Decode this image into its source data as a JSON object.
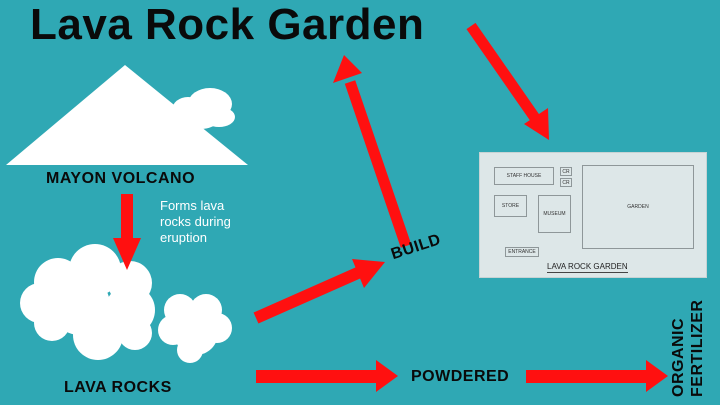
{
  "title": "Lava Rock Garden",
  "volcano_label": "MAYON VOLCANO",
  "eruption_note": "Forms lava rocks during eruption",
  "lava_rocks_label": "LAVA ROCKS",
  "build_label": "BUILD",
  "powdered_label": "POWDERED",
  "fertilizer_label": "ORGANIC FERTILIZER",
  "site_plan": {
    "caption": "LAVA ROCK GARDEN",
    "rooms": {
      "staff_house": "STAFF HOUSE",
      "cr_1": "CR",
      "cr_2": "CR",
      "store": "STORE",
      "museum": "MUSEUM",
      "garden": "GARDEN",
      "entrance": "ENTRANCE"
    }
  },
  "colors": {
    "background": "#2fa8b4",
    "arrow": "#ff1010",
    "shapes": "#ffffff",
    "text": "#0a0a0a"
  }
}
